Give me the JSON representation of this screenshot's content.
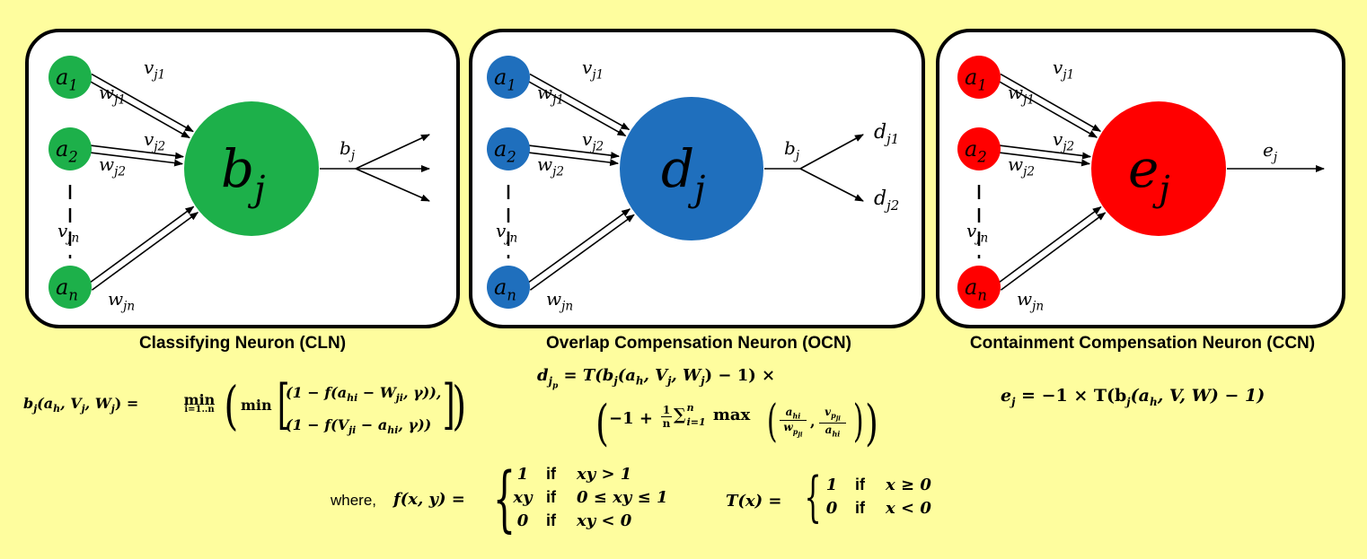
{
  "colors": {
    "background": "#fefd9e",
    "cln": "#1db04a",
    "ocn": "#1f6fbd",
    "ccn": "#ff0000"
  },
  "panels": [
    {
      "id": "cln",
      "caption": "Classifying Neuron (CLN)",
      "inputs": [
        "a",
        "a",
        "a"
      ],
      "input_subs": [
        "1",
        "2",
        "n"
      ],
      "v_labels": [
        "v",
        "v",
        "v"
      ],
      "v_subs": [
        "j1",
        "j2",
        "jn"
      ],
      "w_labels": [
        "w",
        "w",
        "w"
      ],
      "w_subs": [
        "j1",
        "j2",
        "jn"
      ],
      "neuron": "b",
      "neuron_sub": "j",
      "out_label": "b",
      "out_sub": "j",
      "out_arrows": 3,
      "out_targets": []
    },
    {
      "id": "ocn",
      "caption": "Overlap Compensation Neuron (OCN)",
      "inputs": [
        "a",
        "a",
        "a"
      ],
      "input_subs": [
        "1",
        "2",
        "n"
      ],
      "v_labels": [
        "v",
        "v",
        "v"
      ],
      "v_subs": [
        "j1",
        "j2",
        "jn"
      ],
      "w_labels": [
        "w",
        "w",
        "w"
      ],
      "w_subs": [
        "j1",
        "j2",
        "jn"
      ],
      "neuron": "d",
      "neuron_sub": "j",
      "out_label": "b",
      "out_sub": "j",
      "out_arrows": 2,
      "out_targets": [
        {
          "label": "d",
          "sub": "j1"
        },
        {
          "label": "d",
          "sub": "j2"
        }
      ]
    },
    {
      "id": "ccn",
      "caption": "Containment Compensation Neuron (CCN)",
      "inputs": [
        "a",
        "a",
        "a"
      ],
      "input_subs": [
        "1",
        "2",
        "n"
      ],
      "v_labels": [
        "v",
        "v",
        "v"
      ],
      "v_subs": [
        "j1",
        "j2",
        "jn"
      ],
      "w_labels": [
        "w",
        "w",
        "w"
      ],
      "w_subs": [
        "j1",
        "j2",
        "jn"
      ],
      "neuron": "e",
      "neuron_sub": "j",
      "out_label": "e",
      "out_sub": "j",
      "out_arrows": 1,
      "out_targets": []
    }
  ],
  "equations": {
    "cln_lhs": "b",
    "cln_lhs_args": "(a",
    "cln_lhs_sub_h": "h",
    "cln_lhs_V": ", V",
    "cln_lhs_j1": "j",
    "cln_lhs_W": ", W",
    "cln_lhs_j2": "j",
    "cln_lhs_close": ") =",
    "cln_min": "min",
    "cln_min_range": "i=1..n",
    "cln_min_inner": "min",
    "cln_term1": "(1 − f(a",
    "cln_term1_sub": "hi",
    "cln_term1_mid": " − W",
    "cln_term1_sub2": "ji",
    "cln_term1_end": ", γ)),",
    "cln_term2": "(1 − f(V",
    "cln_term2_sub": "ji",
    "cln_term2_mid": " − a",
    "cln_term2_sub2": "hi",
    "cln_term2_end": ", γ))",
    "ocn_line1": "T(b",
    "ocn_line1_sub": "j",
    "ocn_line1_args": "(a",
    "ocn_line1_h": "h",
    "ocn_line1_V": ", V",
    "ocn_line1_Vj": "j",
    "ocn_line1_W": ", W",
    "ocn_line1_Wj": "j",
    "ocn_line1_end": ") − 1) ×",
    "ocn_lhs": "d",
    "ocn_lhs_sub": "j",
    "ocn_lhs_subsub": "p",
    "ocn_eq": " =",
    "ocn_line2_a": "−1 + ",
    "ocn_frac_num": "1",
    "ocn_frac_den": "n",
    "ocn_sum": "∑",
    "ocn_sum_top": "n",
    "ocn_sum_bot": "i=1",
    "ocn_max": " max",
    "ocn_f1_num": "a",
    "ocn_f1_num_sub": "hi",
    "ocn_f1_den": "w",
    "ocn_f1_den_sub": "p",
    "ocn_f1_den_subsub": "ji",
    "ocn_comma": ",",
    "ocn_f2_num": "v",
    "ocn_f2_num_sub": "p",
    "ocn_f2_num_subsub": "ji",
    "ocn_f2_den": "a",
    "ocn_f2_den_sub": "hi",
    "ccn_lhs": "e",
    "ccn_lhs_sub": "j",
    "ccn_rhs": " = −1 × T(b",
    "ccn_rhs_sub": "j",
    "ccn_rhs_args": "(a",
    "ccn_rhs_h": "h",
    "ccn_rhs_end": ", V, W) − 1)",
    "where": "where,",
    "f_lhs": "f(x, y) =",
    "f_cases": [
      {
        "val": "1",
        "cond": "if",
        "expr": "xy > 1"
      },
      {
        "val": "xy",
        "cond": "if",
        "expr": "0 ≤ xy ≤ 1"
      },
      {
        "val": "0",
        "cond": "if",
        "expr": "xy < 0"
      }
    ],
    "t_lhs": "T(x) =",
    "t_cases": [
      {
        "val": "1",
        "cond": "if",
        "expr": "x ≥ 0"
      },
      {
        "val": "0",
        "cond": "if",
        "expr": "x < 0"
      }
    ]
  }
}
